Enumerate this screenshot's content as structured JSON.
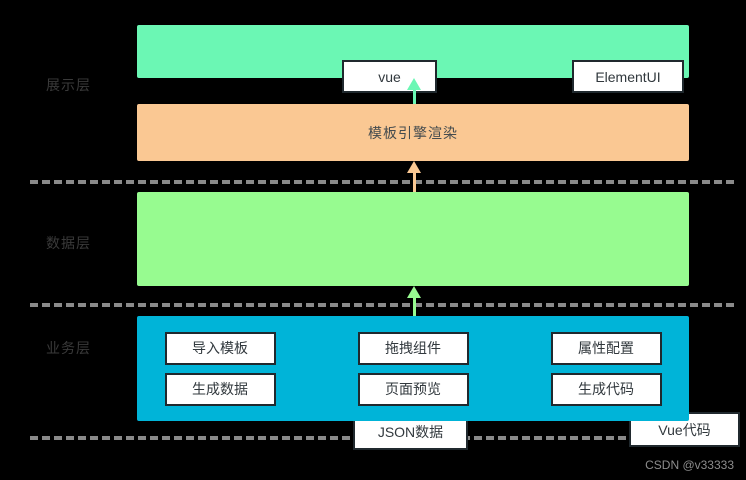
{
  "diagram": {
    "title": "Low-code platform layered architecture",
    "background_color": "#000000",
    "layers": [
      {
        "id": "presentation",
        "label": "展示层",
        "blocks": [
          {
            "id": "frameworks",
            "fill": "#6bf7b4",
            "nodes": [
              "vue",
              "ElementUI"
            ]
          },
          {
            "id": "template-engine",
            "fill": "#fac893",
            "text": "模板引擎渲染"
          }
        ]
      },
      {
        "id": "data",
        "label": "数据层",
        "blocks": [
          {
            "id": "data-block",
            "fill": "#97fb90",
            "nodes": [
              "JSON数据",
              "Vue代码"
            ]
          }
        ]
      },
      {
        "id": "business",
        "label": "业务层",
        "blocks": [
          {
            "id": "business-block",
            "fill": "#00b4d8",
            "rows": [
              [
                "导入模板",
                "拖拽组件",
                "属性配置"
              ],
              [
                "生成数据",
                "页面预览",
                "生成代码"
              ]
            ]
          }
        ]
      }
    ],
    "arrows": [
      {
        "id": "template-to-presentation",
        "from": "模板引擎渲染",
        "to": "展示层",
        "color": "#6bf7b4",
        "direction": "up"
      },
      {
        "id": "data-to-template",
        "from": "数据层",
        "to": "模板引擎渲染",
        "color": "#fac893",
        "direction": "up"
      },
      {
        "id": "business-to-data",
        "from": "业务层",
        "to": "数据层",
        "color": "#97fb90",
        "direction": "up"
      }
    ],
    "separator_color": "#8a8a8a",
    "watermark": "CSDN @v33333"
  }
}
